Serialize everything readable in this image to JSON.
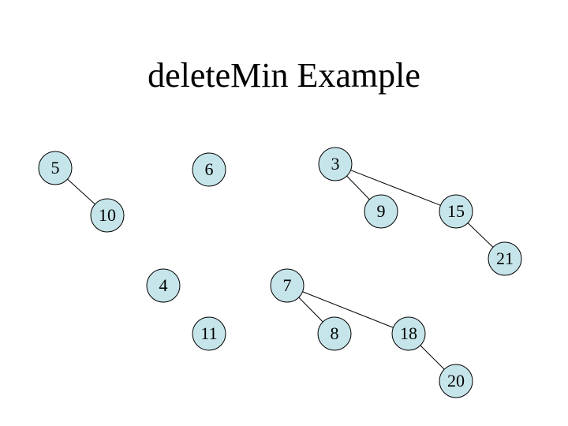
{
  "title": "deleteMin Example",
  "colors": {
    "node_fill": "#c6e5ea",
    "node_stroke": "#000000",
    "edge": "#000000",
    "background": "#ffffff"
  },
  "nodes": [
    {
      "id": "n5",
      "label": "5"
    },
    {
      "id": "n6",
      "label": "6"
    },
    {
      "id": "n3",
      "label": "3"
    },
    {
      "id": "n10",
      "label": "10"
    },
    {
      "id": "n9",
      "label": "9"
    },
    {
      "id": "n15",
      "label": "15"
    },
    {
      "id": "n21",
      "label": "21"
    },
    {
      "id": "n4",
      "label": "4"
    },
    {
      "id": "n7",
      "label": "7"
    },
    {
      "id": "n11",
      "label": "11"
    },
    {
      "id": "n8",
      "label": "8"
    },
    {
      "id": "n18",
      "label": "18"
    },
    {
      "id": "n20",
      "label": "20"
    }
  ],
  "edges": [
    {
      "from": "n5",
      "to": "n10"
    },
    {
      "from": "n3",
      "to": "n9"
    },
    {
      "from": "n3",
      "to": "n15"
    },
    {
      "from": "n15",
      "to": "n21"
    },
    {
      "from": "n7",
      "to": "n8"
    },
    {
      "from": "n7",
      "to": "n18"
    },
    {
      "from": "n18",
      "to": "n20"
    }
  ]
}
